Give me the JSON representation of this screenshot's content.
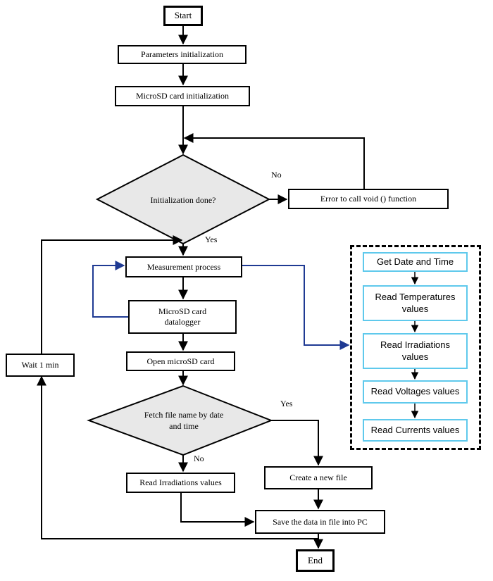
{
  "colors": {
    "line": "#000000",
    "feedback_arrow": "#1f3a93",
    "decision_fill": "#e8e8e8",
    "panel_box_border": "#5fc9ec"
  },
  "nodes": {
    "start": "Start",
    "params_init": "Parameters initialization",
    "microsd_init": "MicroSD card initialization",
    "init_done": "Initialization done?",
    "error_call": "Error to call void () function",
    "measurement": "Measurement process",
    "datalogger": "MicroSD card datalogger",
    "open_card": "Open microSD card",
    "fetch_file": "Fetch file name by date and time",
    "read_irr_left": "Read Irradiations values",
    "create_file": "Create a new file",
    "save_data": "Save the data in file into PC",
    "end": "End",
    "wait": "Wait 1 min"
  },
  "panel": {
    "items": [
      "Get Date and Time",
      "Read Temperatures values",
      "Read Irradiations values",
      "Read Voltages values",
      "Read Currents values"
    ]
  },
  "labels": {
    "no_init": "No",
    "yes_init": "Yes",
    "yes_fetch": "Yes",
    "no_fetch": "No"
  }
}
